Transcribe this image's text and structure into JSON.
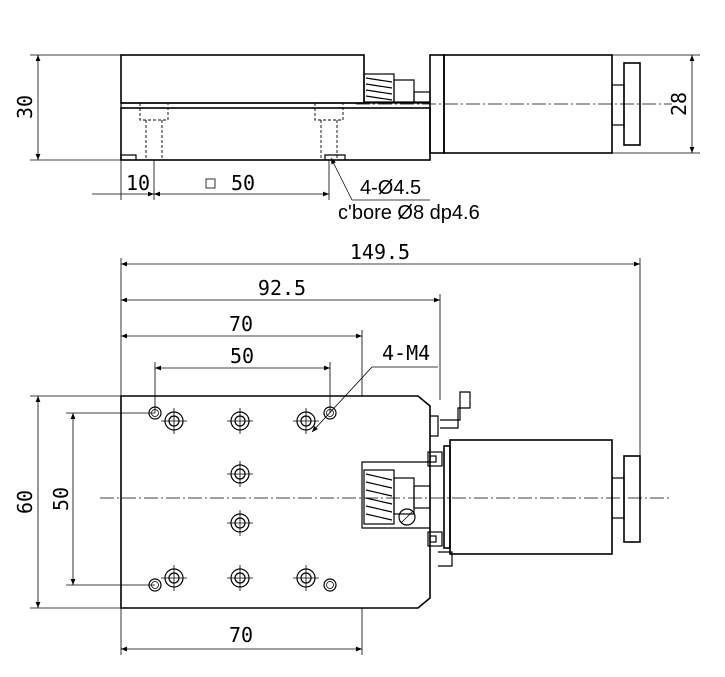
{
  "side_view": {
    "height_total": "30",
    "motor_height": "28",
    "offset": "10",
    "hole_spacing": "50",
    "bore_spec_line1": "4-Ø4.5",
    "bore_spec_line2": "c'bore Ø8 dp4.6"
  },
  "top_view": {
    "overall_length": "149.5",
    "stage_to_motor": "92.5",
    "table_width_top": "70",
    "hole_spacing_x": "50",
    "thread_callout": "4-M4",
    "overall_height": "60",
    "hole_spacing_y": "50",
    "table_width_bottom": "70"
  }
}
